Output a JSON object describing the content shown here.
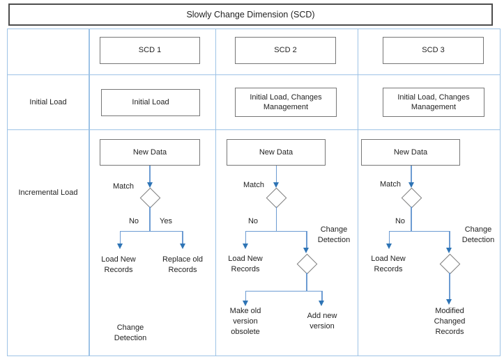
{
  "title": "Slowly Change Dimension (SCD)",
  "row_labels": {
    "initial_load": "Initial Load",
    "incremental_load": "Incremental Load"
  },
  "columns": [
    {
      "header": "SCD 1",
      "initial_load": "Initial Load",
      "flow": {
        "new_data": "New Data",
        "match_label": "Match",
        "no_label": "No",
        "yes_label": "Yes",
        "load_new": "Load New Records",
        "replace_old": "Replace old Records",
        "change_detection": "Change Detection"
      }
    },
    {
      "header": "SCD 2",
      "initial_load": "Initial Load, Changes Management",
      "flow": {
        "new_data": "New Data",
        "match_label": "Match",
        "no_label": "No",
        "change_detection": "Change Detection",
        "load_new": "Load New Records",
        "make_old": "Make old version obsolete",
        "add_new": "Add new version"
      }
    },
    {
      "header": "SCD 3",
      "initial_load": "Initial Load, Changes Management",
      "flow": {
        "new_data": "New Data",
        "match_label": "Match",
        "no_label": "No",
        "change_detection": "Change Detection",
        "load_new": "Load New Records",
        "modified": "Modified Changed Records"
      }
    }
  ],
  "colors": {
    "grid_line": "#9DC3E6",
    "title_border": "#4d4d4d",
    "box_border": "#767676",
    "connector_line": "#6C9BD2",
    "arrowhead": "#2E74B5",
    "diamond_border": "#7f7f7f",
    "text": "#1f1f1f"
  }
}
